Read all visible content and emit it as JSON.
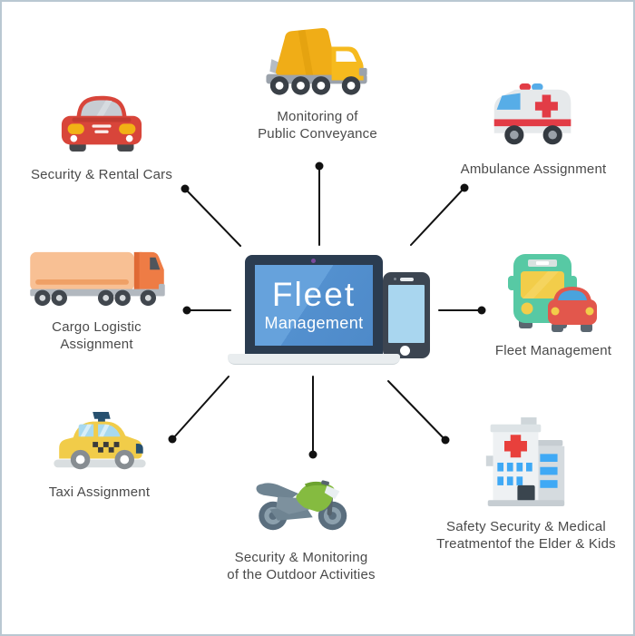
{
  "center": {
    "line1": "Fleet",
    "line2": "Management",
    "devices": [
      "laptop",
      "smartphone"
    ]
  },
  "nodes": [
    {
      "id": "security-rental-cars",
      "icon": "red-car-icon",
      "label_lines": [
        "Security & Rental Cars"
      ]
    },
    {
      "id": "monitoring-public-conveyance",
      "icon": "cement-mixer-truck-icon",
      "label_lines": [
        "Monitoring of",
        "Public Conveyance"
      ]
    },
    {
      "id": "ambulance-assignment",
      "icon": "ambulance-icon",
      "label_lines": [
        "Ambulance Assignment"
      ]
    },
    {
      "id": "cargo-logistic-assignment",
      "icon": "cargo-truck-icon",
      "label_lines": [
        "Cargo Logistic",
        "Assignment"
      ]
    },
    {
      "id": "fleet-management",
      "icon": "bus-and-car-icon",
      "label_lines": [
        "Fleet Management"
      ]
    },
    {
      "id": "taxi-assignment",
      "icon": "taxi-icon",
      "label_lines": [
        "Taxi Assignment"
      ]
    },
    {
      "id": "security-monitoring-outdoor",
      "icon": "motorcycle-icon",
      "label_lines": [
        "Security & Monitoring",
        "of the Outdoor Activities"
      ]
    },
    {
      "id": "safety-security-medical",
      "icon": "hospital-icon",
      "label_lines": [
        "Safety Security & Medical",
        "Treatmentof the Elder & Kids"
      ]
    }
  ],
  "connector_count": 8,
  "colors": {
    "background": "#ffffff",
    "page_border": "#b9c8d2",
    "connector": "#111111",
    "label_text": "#4a4a4a",
    "laptop_frame": "#2b3c50",
    "laptop_screen_blue": "#5390cf",
    "screen_text": "#ffffff",
    "phone_body": "#3c4551",
    "phone_screen": "#a9d6ef",
    "red_car": "#d8453a",
    "mixer_yellow": "#f0ad17",
    "ambulance_red": "#e23c46",
    "cargo_orange": "#ee7c45",
    "bus_teal": "#57c9a4",
    "taxi_yellow": "#f1cc49",
    "moto_green": "#85bb40",
    "hospital_window_blue": "#3fa9f5"
  }
}
